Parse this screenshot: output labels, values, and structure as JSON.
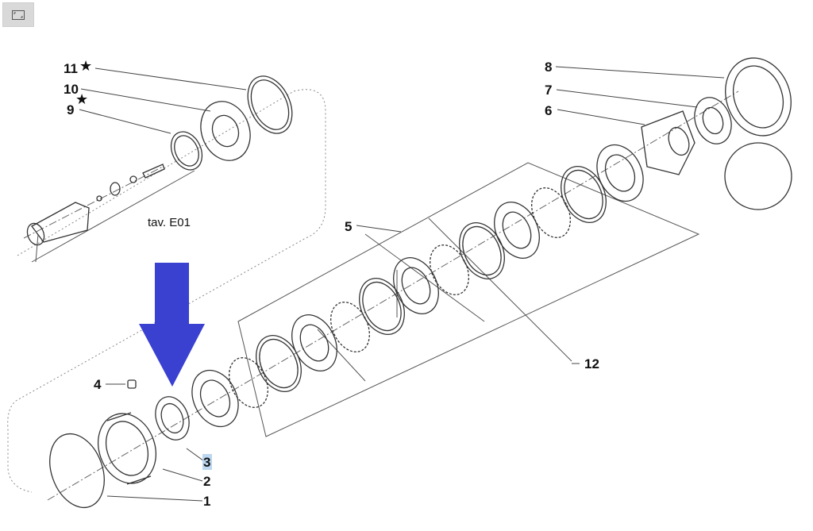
{
  "toolbar": {
    "expand_icon": "expand-icon"
  },
  "diagram": {
    "callouts": [
      {
        "id": "11",
        "text": "11",
        "star": true
      },
      {
        "id": "10",
        "text": "10",
        "star": false
      },
      {
        "id": "9",
        "text": "9",
        "star": true
      },
      {
        "id": "8",
        "text": "8",
        "star": false
      },
      {
        "id": "7",
        "text": "7",
        "star": false
      },
      {
        "id": "6",
        "text": "6",
        "star": false
      },
      {
        "id": "5",
        "text": "5",
        "star": false
      },
      {
        "id": "12",
        "text": "12",
        "star": false
      },
      {
        "id": "4",
        "text": "4",
        "star": false
      },
      {
        "id": "3",
        "text": "3",
        "star": false,
        "highlighted": true
      },
      {
        "id": "2",
        "text": "2",
        "star": false
      },
      {
        "id": "1",
        "text": "1",
        "star": false
      }
    ],
    "reference": "tav. E01",
    "star_glyph": "★",
    "arrow_color": "#3a40d0",
    "highlight_color": "#bcd7f0"
  }
}
